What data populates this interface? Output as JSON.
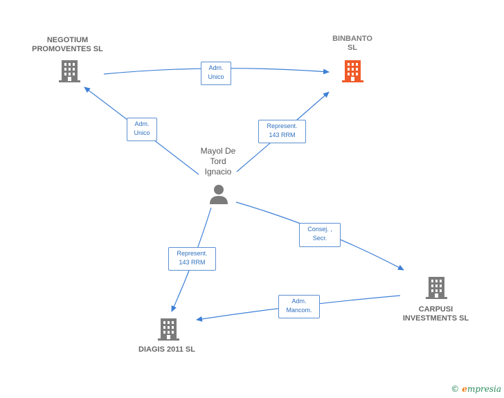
{
  "nodes": {
    "negotium": {
      "line1": "NEGOTIUM",
      "line2": "PROMOVENTES SL"
    },
    "binbanto": {
      "line1": "BINBANTO",
      "line2": "SL"
    },
    "person": {
      "line1": "Mayol De",
      "line2": "Tord",
      "line3": "Ignacio"
    },
    "carpusi": {
      "line1": "CARPUSI",
      "line2": "INVESTMENTS SL"
    },
    "diagis": {
      "line1": "DIAGIS 2011 SL"
    }
  },
  "edges": {
    "negotium_binbanto": {
      "line1": "Adm.",
      "line2": "Unico"
    },
    "person_negotium": {
      "line1": "Adm.",
      "line2": "Unico"
    },
    "person_binbanto": {
      "line1": "Represent.",
      "line2": "143 RRM"
    },
    "person_carpusi": {
      "line1": "Consej. ,",
      "line2": "Secr."
    },
    "person_diagis": {
      "line1": "Represent.",
      "line2": "143 RRM"
    },
    "carpusi_diagis": {
      "line1": "Adm.",
      "line2": "Mancom."
    }
  },
  "colors": {
    "edge": "#3d7fd6",
    "building": "#7b7b7b",
    "building_highlight": "#f05a28",
    "person": "#7b7b7b"
  },
  "footer": {
    "copyright": "©",
    "brand_initial": "e",
    "brand_rest": "mpresia"
  }
}
